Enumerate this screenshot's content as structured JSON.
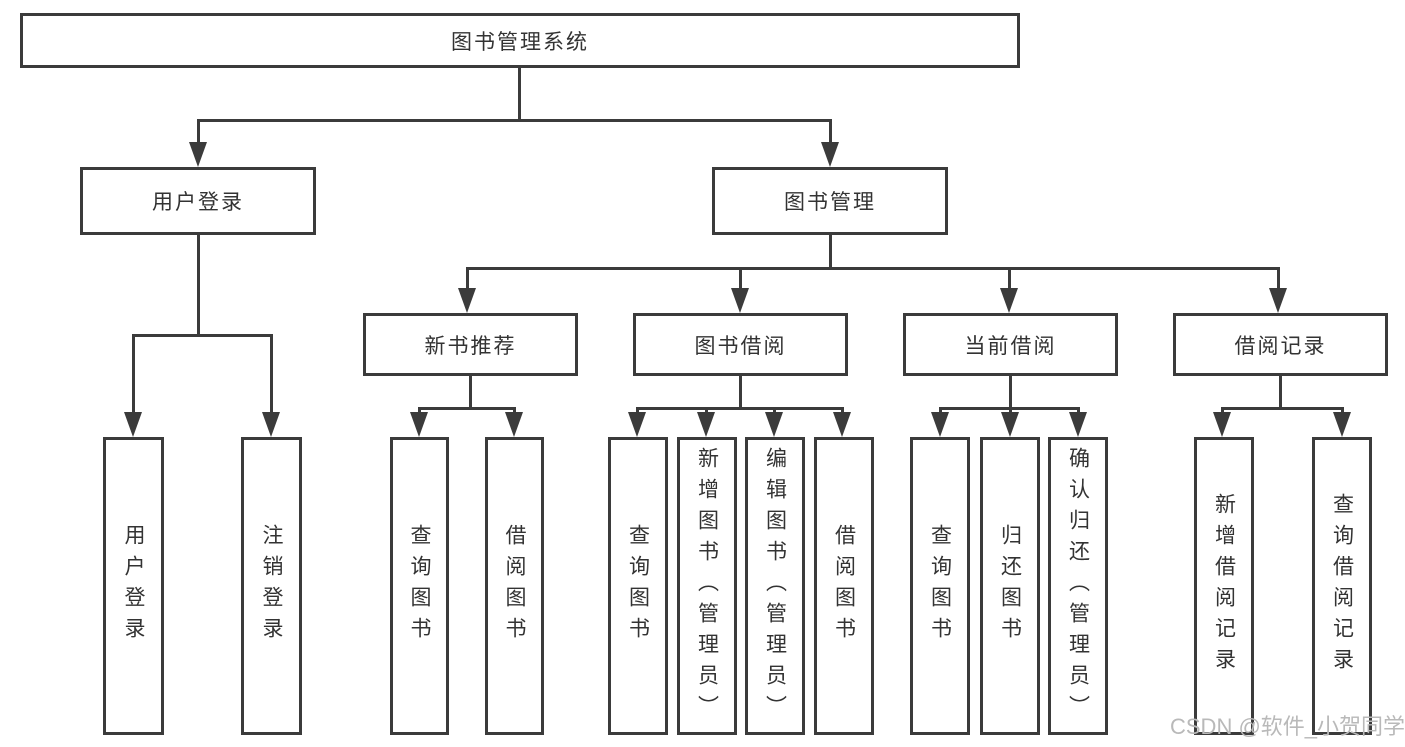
{
  "tree": {
    "root": {
      "label": "图书管理系统"
    },
    "branches": [
      {
        "label": "用户登录",
        "children": [
          "用户登录",
          "注销登录"
        ]
      },
      {
        "label": "图书管理",
        "groups": [
          {
            "label": "新书推荐",
            "children": [
              "查询图书",
              "借阅图书"
            ]
          },
          {
            "label": "图书借阅",
            "children": [
              "查询图书",
              "新增图书（管理员）",
              "编辑图书（管理员）",
              "借阅图书"
            ]
          },
          {
            "label": "当前借阅",
            "children": [
              "查询图书",
              "归还图书",
              "确认归还（管理员）"
            ]
          },
          {
            "label": "借阅记录",
            "children": [
              "新增借阅记录",
              "查询借阅记录"
            ]
          }
        ]
      }
    ]
  },
  "watermark": "CSDN @软件_小贺同学",
  "colors": {
    "line": "#3b3b3b",
    "text": "#333333",
    "watermark": "#b9b9b9",
    "background": "#ffffff"
  }
}
